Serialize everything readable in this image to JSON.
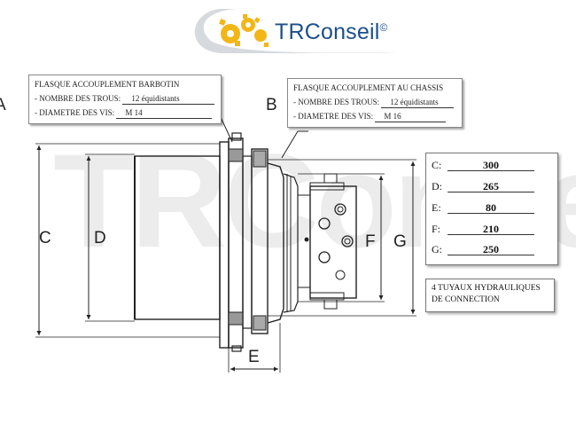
{
  "brand": {
    "name": "TRConseil",
    "reg": "©",
    "accent": "#f3b617",
    "text_color": "#1d4f8a",
    "swoosh_color": "#d6d9de"
  },
  "watermark": "TRConseil®",
  "callout_a": {
    "title": "FLASQUE ACCOUPLEMENT BARBOTIN",
    "holes_label": "- NOMBRE DES TROUS:",
    "holes_value": "12 équidistants",
    "screw_label": "- DIAMETRE DES VIS:",
    "screw_value": "M 14"
  },
  "callout_b": {
    "title": "FLASQUE ACCOUPLEMENT AU CHASSIS",
    "holes_label": "- NOMBRE DES TROUS:",
    "holes_value": "12 équidistants",
    "screw_label": "- DIAMETRE DES VIS:",
    "screw_value": "M 16"
  },
  "dimensions": [
    {
      "key": "C:",
      "value": "300"
    },
    {
      "key": "D:",
      "value": "265"
    },
    {
      "key": "E:",
      "value": "80"
    },
    {
      "key": "F:",
      "value": "210"
    },
    {
      "key": "G:",
      "value": "250"
    }
  ],
  "hydraulic_note": "4 TUYAUX HYDRAULIQUES DE CONNECTION",
  "letters": {
    "a": "A",
    "b": "B",
    "c": "C",
    "d": "D",
    "e": "E",
    "f": "F",
    "g": "G"
  }
}
